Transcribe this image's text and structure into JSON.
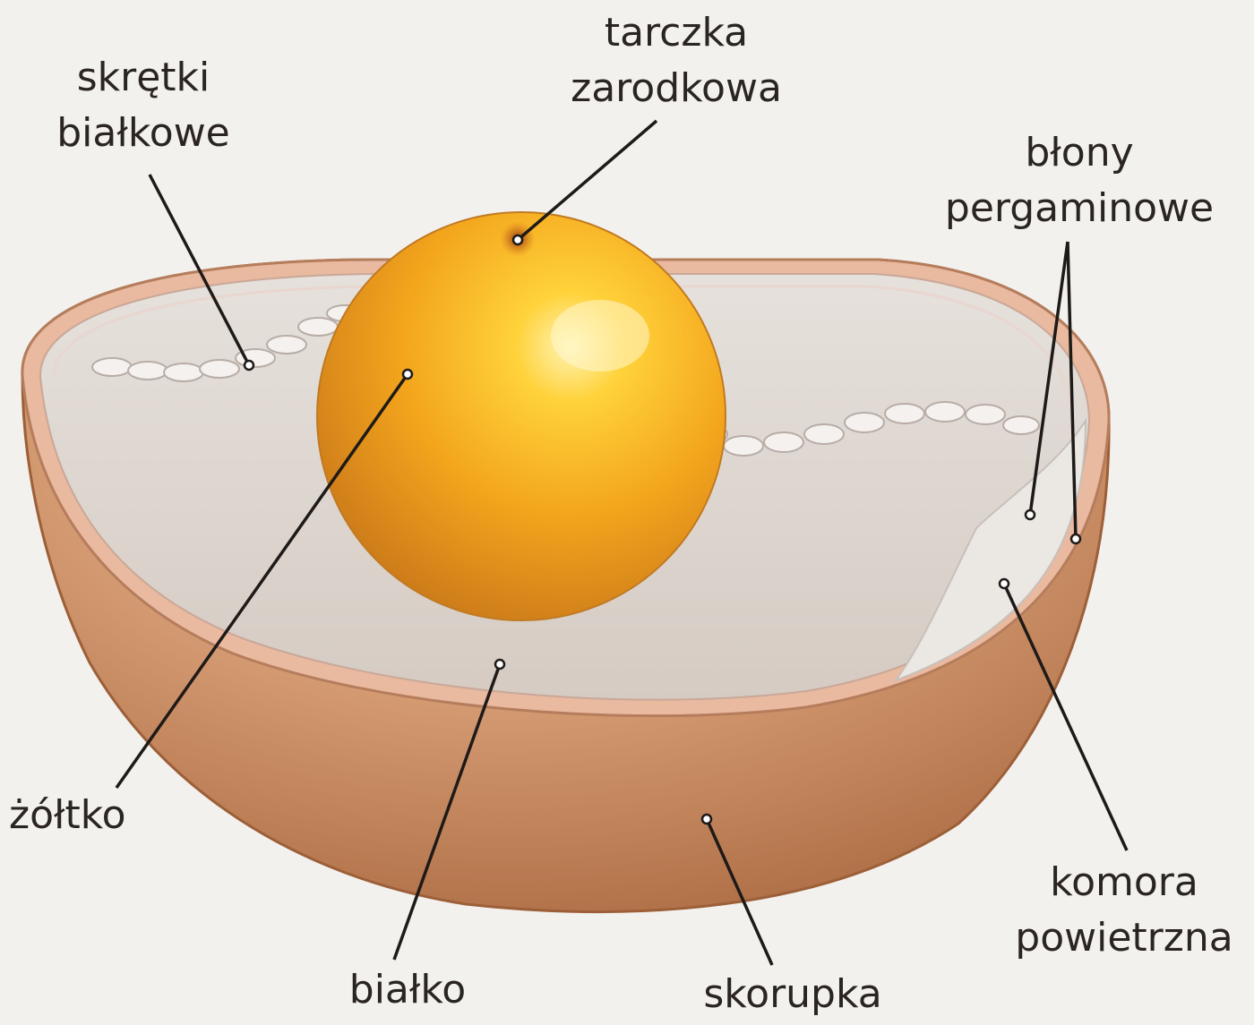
{
  "labels": {
    "skretki_line1": "skrętki",
    "skretki_line2": "białkowe",
    "tarczka_line1": "tarczka",
    "tarczka_line2": "zarodkowa",
    "blony_line1": "błony",
    "blony_line2": "pergaminowe",
    "zoltko": "żółtko",
    "bialko": "białko",
    "skorupka": "skorupka",
    "komora_line1": "komora",
    "komora_line2": "powietrzna"
  },
  "colors": {
    "background": "#f3f1ee",
    "shell": "#c98a5c",
    "albumen": "#dcd6d0",
    "yolk": "#f2a71c",
    "leader_line": "#1e1a18"
  }
}
